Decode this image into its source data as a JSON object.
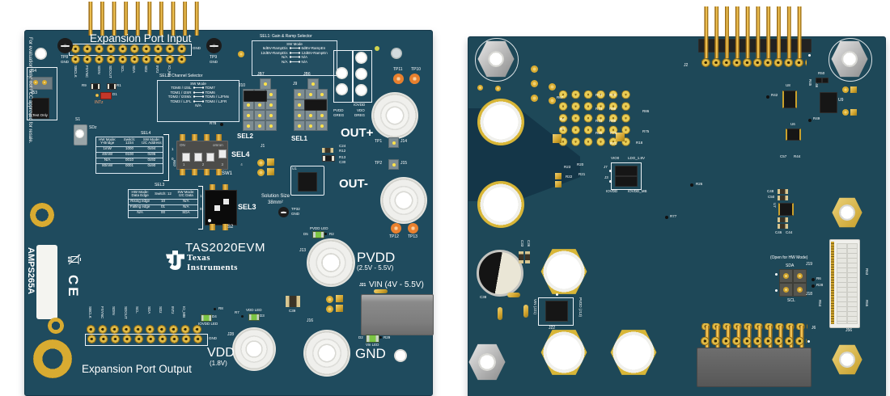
{
  "lb": {
    "expansion_port_input": "Expansion Port Input",
    "expansion_port_output": "Expansion Port Output",
    "side_note": "For evaluation only; not FCC approved for resale.",
    "board_code": "AMPS265A",
    "ce_mark": "CE",
    "pin_labels": [
      "SBCLK",
      "FSYNC",
      "SDIN",
      "SDOUT",
      "SCL",
      "SDA",
      "SDz",
      "INTz",
      "IO_MB"
    ],
    "gnd": "GND",
    "tp8": "TP8",
    "tp9": "TP9",
    "j54": "J54",
    "j53": "J53",
    "test_only": "TI Test Only",
    "r9": "R9",
    "r1": "R1",
    "d1": "D1",
    "intz": "INTz",
    "s1": "S1",
    "sdz": "SDz",
    "sel2_table": {
      "title": "SEL2: Channel Selector",
      "sw_mode": "SW Mode",
      "rows": [
        [
          "TDM0 / I2SL",
          "TDM7"
        ],
        [
          "TDM1 / I2SR",
          "TDM6"
        ],
        [
          "TDM2 / I2SMx",
          "TDM5 / LJFMx"
        ],
        [
          "TDM3 / LJFL",
          "TDM4 / LJFR"
        ]
      ],
      "na": "N/A"
    },
    "sel1_table": {
      "title": "SEL1: Gain & Ramp Selector",
      "sw_mode": "SW Mode",
      "rows": [
        [
          "6dBV-RampDis",
          "6dBV-RampEn"
        ],
        [
          "12dBV-RampDis",
          "12dBV-RampEn"
        ],
        [
          "N/A",
          "N/A"
        ],
        [
          "N/A",
          "N/A"
        ]
      ]
    },
    "sel4_table": {
      "title": "SEL4",
      "headers": [
        "HW Mode: Y-Bridge",
        "Switch: 1234",
        "SW Mode: I2C Address"
      ],
      "rows": [
        [
          "1mW",
          "1000",
          "0x94"
        ],
        [
          "40mW",
          "0100",
          "0x96"
        ],
        [
          "N/A",
          "0010",
          "0x92"
        ],
        [
          "80mW",
          "0001",
          "0x90"
        ]
      ]
    },
    "sel3_table": {
      "title": "SEL3",
      "headers": [
        "HW Mode: Data Edge",
        "Switch: 12",
        "SW Mode: I2C Data"
      ],
      "rows": [
        [
          "Rising edge",
          "10",
          "N/A"
        ],
        [
          "Falling edge",
          "01",
          "N/A"
        ],
        [
          "N/A",
          "00",
          "SDA"
        ]
      ]
    },
    "r78": "R78",
    "r87": "R87",
    "sw1": "SW1",
    "s2": "S2",
    "omron": "omron",
    "on_label": "ON",
    "dip_numbers": "1 2 3 4",
    "one": "1",
    "zero": "0",
    "sel4_big": "SEL4",
    "sel3_big": "SEL3",
    "sel2_big": "SEL2",
    "sel1_big": "SEL1",
    "j10": "J10",
    "jb7": "JB7",
    "j1": "J1",
    "j9": "J9",
    "jb6": "JB6",
    "jblock": {
      "iovdd": "IOVDD",
      "pvdd": "PVDD",
      "greg": "GREG",
      "vdo": "VDO",
      "dreg": "DREG"
    },
    "tp11": "TP11",
    "tp10": "TP10",
    "tp12": "TP12",
    "tp13": "TP13",
    "out_plus": "OUT+",
    "out_minus": "OUT-",
    "tp1": "TP1",
    "j14": "J14",
    "tp2": "TP2",
    "j15": "J15",
    "c24": "C24",
    "r12": "R12",
    "r13": "R13",
    "c30": "C30",
    "u1": "U1",
    "solution_size_line1": "Solution Size",
    "solution_size_line2": "38mm²",
    "tp32": "TP32",
    "pvdd_led": "PVDD LED",
    "d5": "D5",
    "r2": "R2",
    "title": "TAS2020EVM",
    "brand1": "Texas",
    "brand2": "Instruments",
    "j13": "J13",
    "pvdd": "PVDD",
    "pvdd_range": "(2.5V - 5.5V)",
    "j21": "J21",
    "vin": "VIN (4V - 5.5V)",
    "d2": "D2",
    "r29": "R29",
    "vin_led": "Vin LED",
    "gnd_big": "GND",
    "j16": "J16",
    "vdd": "VDD",
    "vdd_range": "(1.8V)",
    "j28": "J28",
    "r8": "R8",
    "d4": "D4",
    "iovdd_led": "IOVDD LED",
    "r7": "R7",
    "d3": "D3",
    "vdd_led": "VDD LED",
    "c39": "C39"
  },
  "rb": {
    "j2": "J2",
    "j6": "J6",
    "j56": "J56",
    "res_grid": [
      "R67",
      "R74",
      "R70",
      "R73",
      "R69",
      "R86",
      "R4",
      "R72",
      "R68",
      "R3",
      "R85",
      "R76",
      "R75",
      "R71",
      "R18"
    ],
    "vio0": "VIO0",
    "ldo": "LDO_1.8V",
    "j7": "J7",
    "j3": "J3",
    "iovdd": "IOVDD",
    "iovdd_mb": "IOVDD_MB",
    "r23": "R23",
    "r20": "R20",
    "r22": "R22",
    "r21": "R21",
    "r77": "R77",
    "r26": "R26",
    "u8": "U8",
    "r42": "R42",
    "r45": "R45",
    "r46": "R46",
    "r50": "R50",
    "u9": "U9",
    "r49": "R49",
    "u6": "U6",
    "c57": "C57",
    "r44": "R44",
    "c48": "C48",
    "c50": "C50",
    "u7": "U7",
    "c46": "C46",
    "c44": "C44",
    "open_hw": "(Open for HW Mode)",
    "sda": "SDA",
    "scl": "SCL",
    "j19": "J19",
    "j18": "J18",
    "r6": "R6",
    "r28": "R28",
    "r53": "R53",
    "r54": "R54",
    "r55": "R55",
    "c38": "C38",
    "c33": "C33",
    "c36": "C36",
    "j22": "J22",
    "vin_j21": "VIN (J21)",
    "pvdd_j13": "PVDD (J13)"
  }
}
